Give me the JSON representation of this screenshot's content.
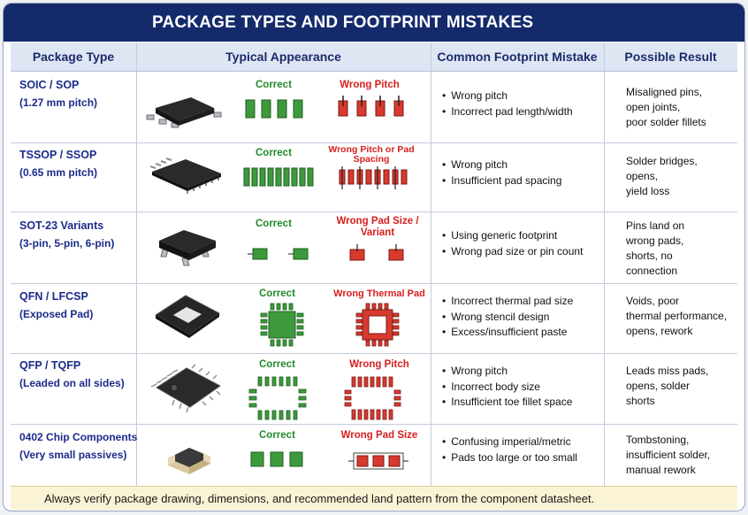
{
  "title": "PACKAGE TYPES AND FOOTPRINT MISTAKES",
  "headers": [
    "Package Type",
    "Typical Appearance",
    "Common Footprint Mistake",
    "Possible Result"
  ],
  "correct_label": "Correct",
  "rows": [
    {
      "name": "SOIC / SOP",
      "sub": "(1.27 mm pitch)",
      "wrong_label": "Wrong Pitch",
      "mistakes": [
        "Wrong pitch",
        "Incorrect pad length/width"
      ],
      "result": [
        "Misaligned pins,",
        "open joints,",
        "poor solder fillets"
      ]
    },
    {
      "name": "TSSOP / SSOP",
      "sub": "(0.65 mm pitch)",
      "wrong_label": "Wrong Pitch or Pad Spacing",
      "mistakes": [
        "Wrong pitch",
        "Insufficient pad spacing"
      ],
      "result": [
        "Solder bridges,",
        "opens,",
        "yield loss"
      ]
    },
    {
      "name": "SOT-23 Variants",
      "sub": "(3-pin, 5-pin, 6-pin)",
      "wrong_label": "Wrong Pad Size / Variant",
      "mistakes": [
        "Using generic footprint",
        "Wrong pad size or pin count"
      ],
      "result": [
        "Pins land on",
        "wrong pads,",
        "shorts, no",
        "connection"
      ]
    },
    {
      "name": "QFN / LFCSP",
      "sub": "(Exposed Pad)",
      "wrong_label": "Wrong Thermal Pad",
      "mistakes": [
        "Incorrect thermal pad size",
        "Wrong stencil design",
        "Excess/insufficient paste"
      ],
      "result": [
        "Voids, poor",
        "thermal performance,",
        "opens, rework"
      ]
    },
    {
      "name": "QFP / TQFP",
      "sub": "(Leaded on all sides)",
      "wrong_label": "Wrong Pitch",
      "mistakes": [
        "Wrong pitch",
        "Incorrect body size",
        "Insufficient toe fillet space"
      ],
      "result": [
        "Leads miss pads,",
        "opens, solder",
        "shorts"
      ]
    },
    {
      "name": "0402 Chip Components",
      "sub": "(Very small passives)",
      "wrong_label": "Wrong Pad Size",
      "mistakes": [
        "Confusing imperial/metric",
        "Pads too large or too small"
      ],
      "result": [
        "Tombstoning,",
        "insufficient solder,",
        "manual rework"
      ]
    }
  ],
  "footer": "Always verify package drawing, dimensions, and recommended land pattern from the component datasheet.",
  "colors": {
    "title_bg": "#152a6b",
    "header_bg": "#dfe6f3",
    "correct": "#1f8a2a",
    "wrong": "#d61e1e",
    "footer_bg": "#fbf3d6"
  }
}
